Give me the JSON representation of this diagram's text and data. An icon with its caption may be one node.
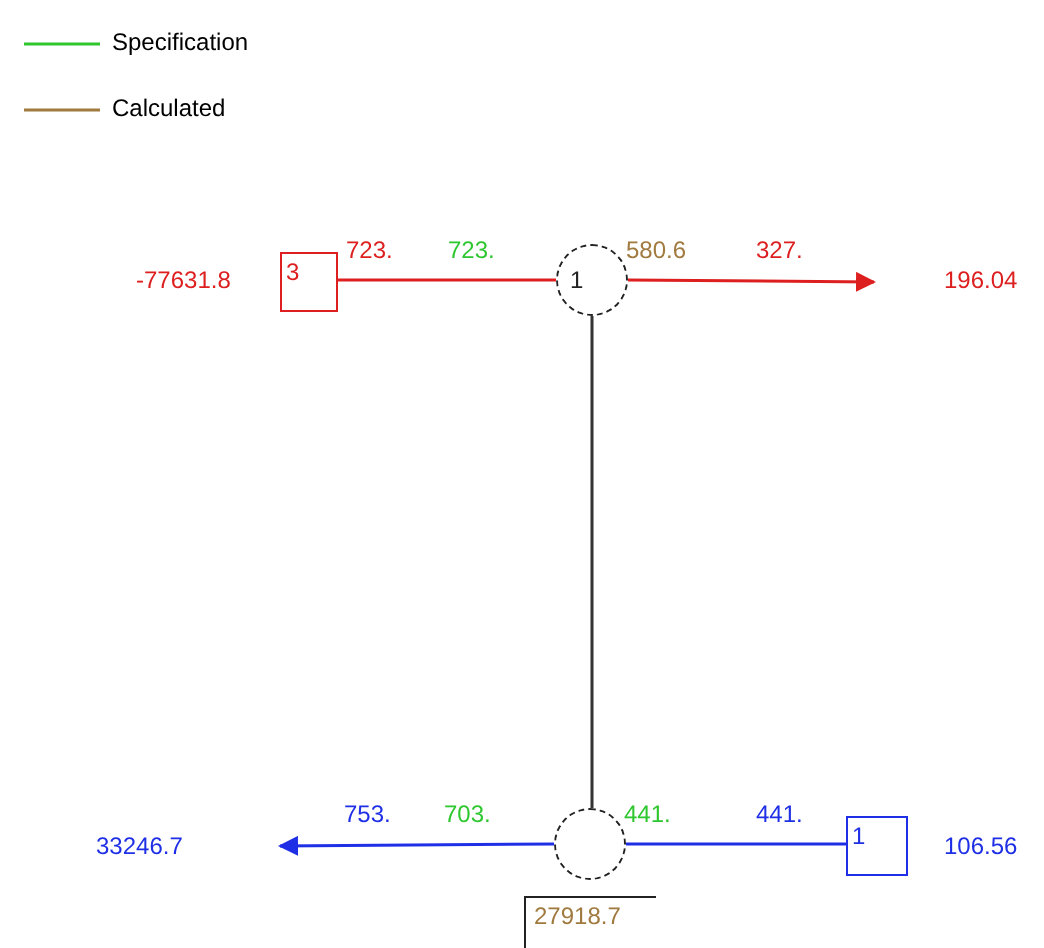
{
  "diagram": {
    "nodes": [
      {
        "text": [
          "3"
        ]
      },
      {
        "text": [
          "1"
        ]
      },
      {
        "text": [],
        "shape": "circle"
      },
      {
        "text": [
          "1"
        ]
      },
      {
        "text": [
          "27918.7"
        ]
      }
    ],
    "edges": [
      {
        "from": 0,
        "to": 1,
        "arrow": "none",
        "color": "#dd1f1f"
      },
      {
        "from": 1,
        "to": null,
        "arrow": "to",
        "color": "#dd1f1f"
      },
      {
        "from": 1,
        "to": 2,
        "arrow": "none",
        "color": "#333333"
      },
      {
        "from": 3,
        "to": 2,
        "arrow": "none",
        "color": "#1f2fe6"
      },
      {
        "from": 2,
        "to": null,
        "arrow": "to",
        "color": "#1f2fe6"
      }
    ],
    "labels": [
      "-77631.8",
      "723.",
      "723.",
      "580.6",
      "327.",
      "196.04",
      "753.",
      "703.",
      "441.",
      "441.",
      "33246.7",
      "106.56"
    ],
    "legend": [
      {
        "text": "Specification"
      },
      {
        "text": "Calculated"
      }
    ]
  }
}
